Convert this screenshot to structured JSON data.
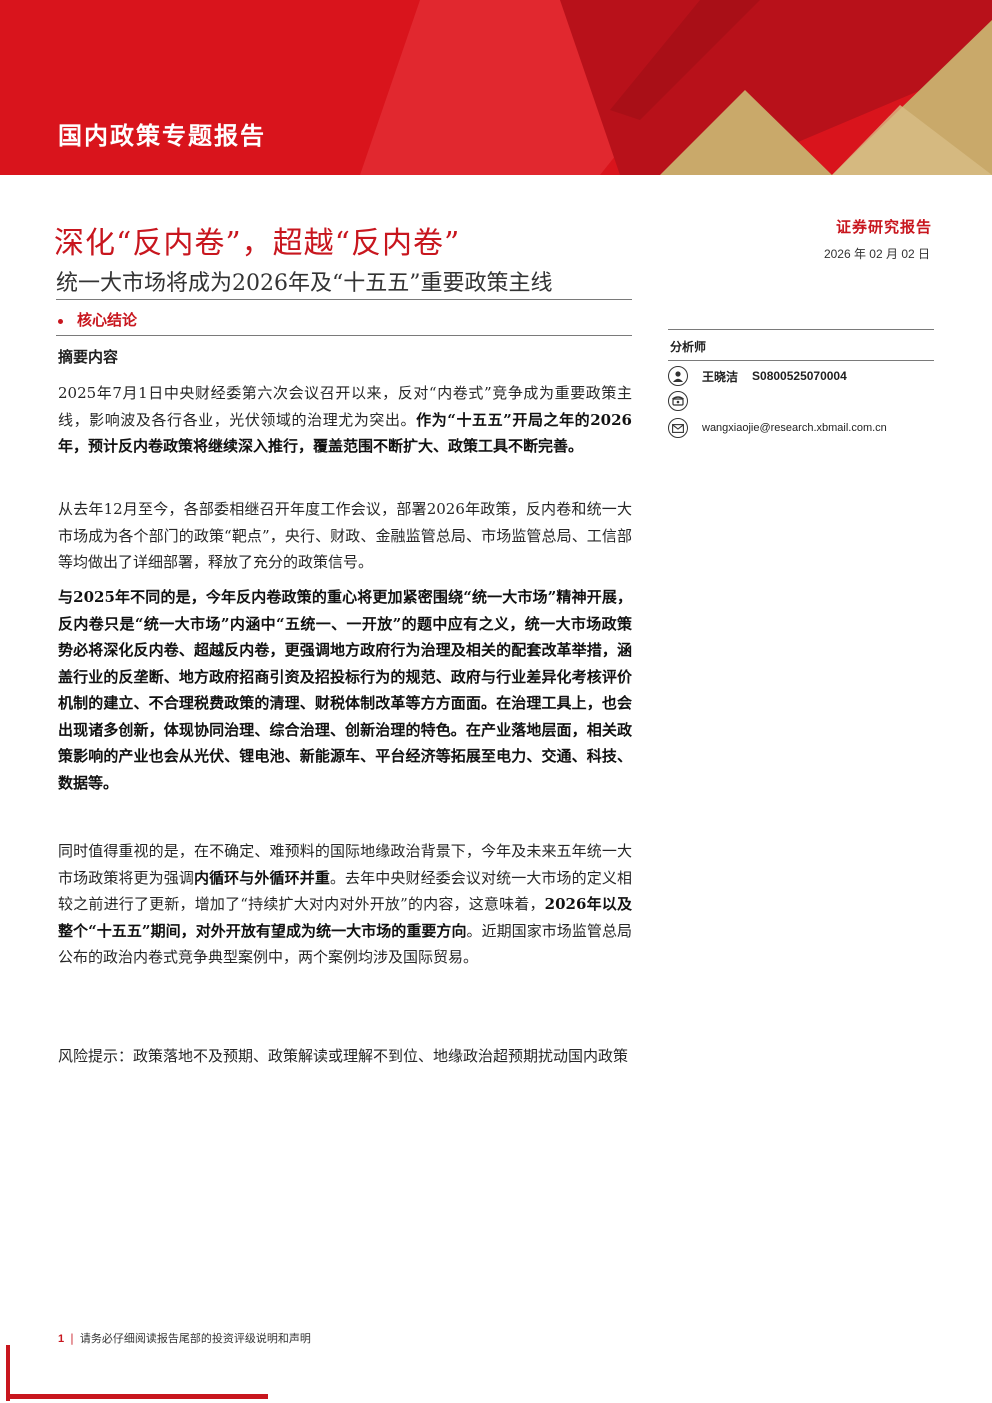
{
  "banner": {
    "title": "国内政策专题报告"
  },
  "header": {
    "main_title": "深化“反内卷”，超越“反内卷”",
    "sub_title": "统一大市场将成为2026年及“十五五”重要政策主线",
    "core_label": "核心结论",
    "report_type": "证券研究报告",
    "date": "2026 年 02 月 02 日"
  },
  "analyst": {
    "heading": "分析师",
    "name": "王晓洁",
    "cert_id": "S0800525070004",
    "email": "wangxiaojie@research.xbmail.com.cn"
  },
  "summary": {
    "heading": "摘要内容",
    "p1_normal": "2025年7月1日中央财经委第六次会议召开以来，反对“内卷式”竞争成为重要政策主线，影响波及各行各业，光伏领域的治理尤为突出。",
    "p1_bold": "作为“十五五”开局之年的2026年，预计反内卷政策将继续深入推行，覆盖范围不断扩大、政策工具不断完善。",
    "p2": "从去年12月至今，各部委相继召开年度工作会议，部署2026年政策，反内卷和统一大市场成为各个部门的政策“靶点”，央行、财政、金融监管总局、市场监管总局、工信部等均做出了详细部署，释放了充分的政策信号。",
    "p3_bold": "与2025年不同的是，今年反内卷政策的重心将更加紧密围绕“统一大市场”精神开展，反内卷只是“统一大市场”内涵中“五统一、一开放”的题中应有之义，统一大市场政策势必将深化反内卷、超越反内卷，更强调地方政府行为治理及相关的配套改革举措，涵盖行业的反垄断、地方政府招商引资及招投标行为的规范、政府与行业差异化考核评价机制的建立、不合理税费政策的清理、财税体制改革等方方面面。在治理工具上，也会出现诸多创新，体现协同治理、综合治理、创新治理的特色。在产业落地层面，相关政策影响的产业也会从光伏、锂电池、新能源车、平台经济等拓展至电力、交通、科技、数据等。",
    "p4_a": "同时值得重视的是，在不确定、难预料的国际地缘政治背景下，今年及未来五年统一大市场政策将更为强调",
    "p4_b": "内循环与外循环并重",
    "p4_c": "。去年中央财经委会议对统一大市场的定义相较之前进行了更新，增加了“持续扩大对内对外开放”的内容，这意味着，",
    "p4_d": "2026年以及整个“十五五”期间，对外开放有望成为统一大市场的重要方向",
    "p4_e": "。近期国家市场监管总局公布的政治内卷式竞争典型案例中，两个案例均涉及国际贸易。",
    "risk": "风险提示：政策落地不及预期、政策解读或理解不到位、地缘政治超预期扰动国内政策"
  },
  "footer": {
    "page": "1",
    "sep": "|",
    "note": "请务必仔细阅读报告尾部的投资评级说明和声明"
  },
  "colors": {
    "brand_red": "#c8161e",
    "gold": "#c9a96a",
    "dark_red": "#8e1016"
  }
}
